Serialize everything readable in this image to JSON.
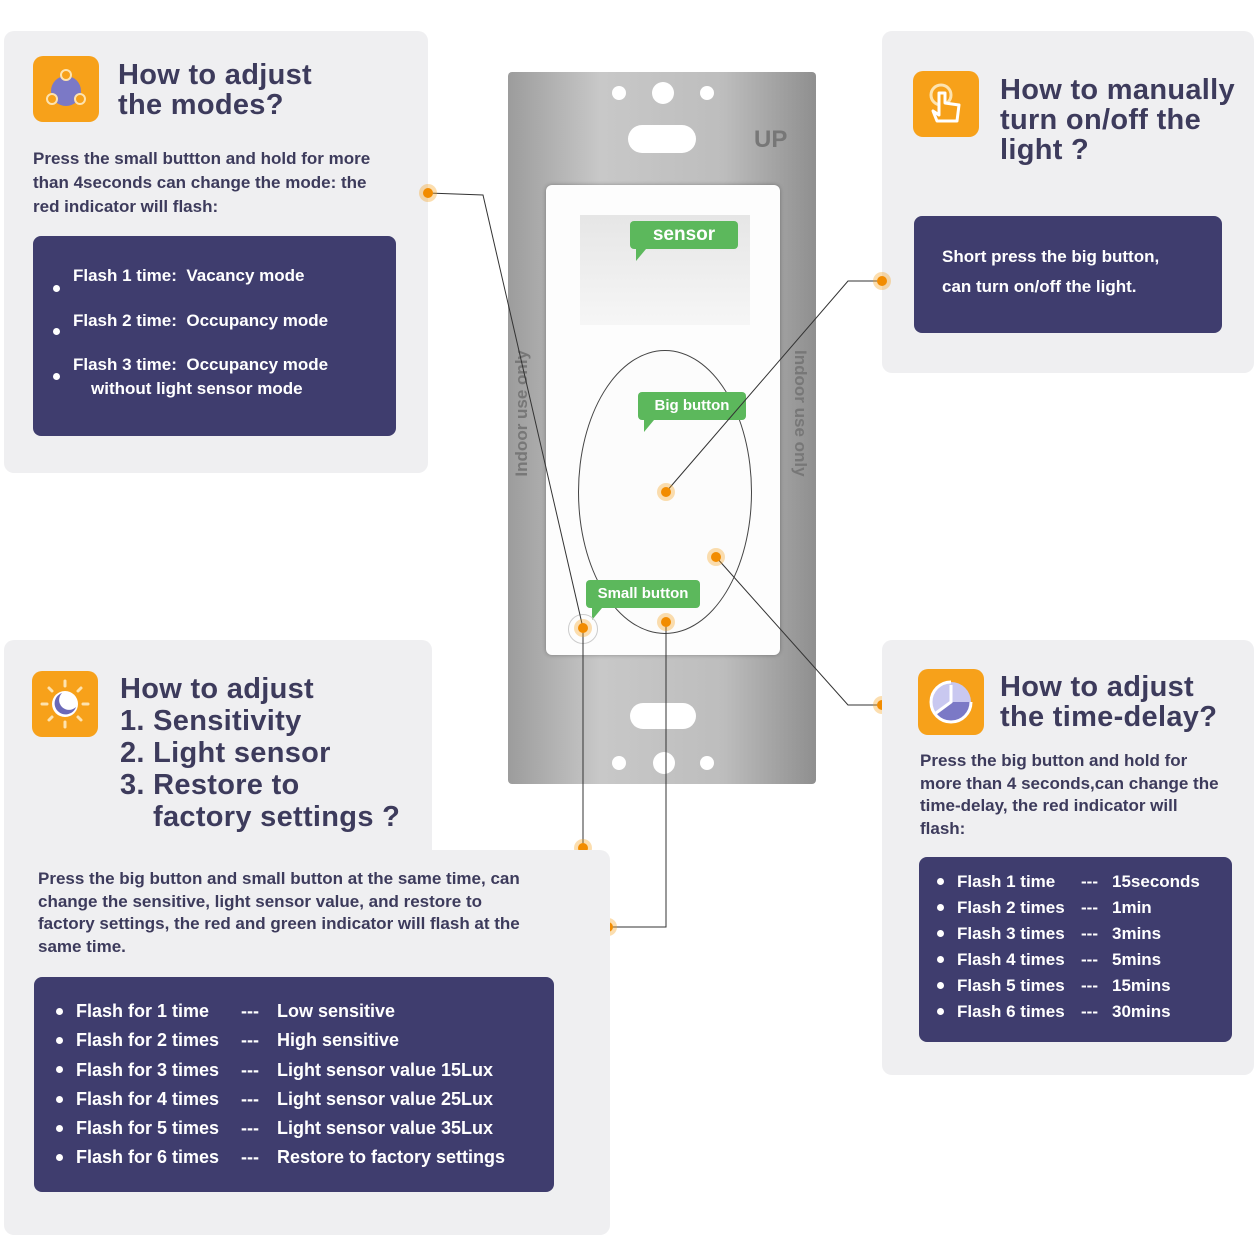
{
  "modes": {
    "title_lines": [
      "How to adjust",
      "the modes?"
    ],
    "description": "Press the small buttton and hold for more than 4seconds can change the mode: the red indicator will flash:",
    "items": [
      {
        "label": "Flash 1 time:",
        "value": "Vacancy mode"
      },
      {
        "label": "Flash 2 time:",
        "value": "Occupancy mode"
      },
      {
        "label": "Flash 3 time:",
        "value": "Occupancy mode",
        "extra": "without light sensor mode"
      }
    ]
  },
  "manual": {
    "title_lines": [
      "How to manually",
      "turn on/off the",
      "light ?"
    ],
    "description_lines": [
      "Short press the big button,",
      "can turn on/off the light."
    ]
  },
  "device": {
    "sensor_label": "sensor",
    "big_button_label": "Big button",
    "small_button_label": "Small button",
    "up_label": "UP",
    "indoor_label": "Indoor use only"
  },
  "sensitivity": {
    "title_lines": [
      "How to adjust",
      "1. Sensitivity",
      "2. Light sensor",
      "3. Restore to",
      "factory settings ?"
    ],
    "description": "Press the big button and small button at the same time, can change the sensitive, light sensor value, and restore to factory settings, the red and green indicator will flash at the same time.",
    "items": [
      {
        "label": "Flash for 1 time",
        "sep": "---",
        "value": "Low sensitive"
      },
      {
        "label": "Flash for 2 times",
        "sep": "---",
        "value": "High sensitive"
      },
      {
        "label": "Flash for 3 times",
        "sep": "---",
        "value": "Light sensor value 15Lux"
      },
      {
        "label": "Flash for 4 times",
        "sep": "---",
        "value": "Light sensor value 25Lux"
      },
      {
        "label": "Flash for 5 times",
        "sep": "---",
        "value": "Light sensor value 35Lux"
      },
      {
        "label": "Flash for 6 times",
        "sep": "---",
        "value": "Restore to factory settings"
      }
    ]
  },
  "delay": {
    "title_lines": [
      "How to adjust",
      "the time-delay?"
    ],
    "description": "Press the big button and hold for more than 4 seconds,can change the time-delay, the red indicator will flash:",
    "items": [
      {
        "label": "Flash 1 time",
        "sep": "---",
        "value": "15seconds"
      },
      {
        "label": "Flash 2 times",
        "sep": "---",
        "value": "1min"
      },
      {
        "label": "Flash 3 times",
        "sep": "---",
        "value": "3mins"
      },
      {
        "label": "Flash 4 times",
        "sep": "---",
        "value": "5mins"
      },
      {
        "label": "Flash 5 times",
        "sep": "---",
        "value": "15mins"
      },
      {
        "label": "Flash 6 times",
        "sep": "---",
        "value": "30mins"
      }
    ]
  },
  "colors": {
    "accent": "#f7a11a",
    "panel": "#efeff1",
    "dark": "#3f3d6e",
    "text": "#3d3b5c",
    "tag": "#5cb85c"
  }
}
